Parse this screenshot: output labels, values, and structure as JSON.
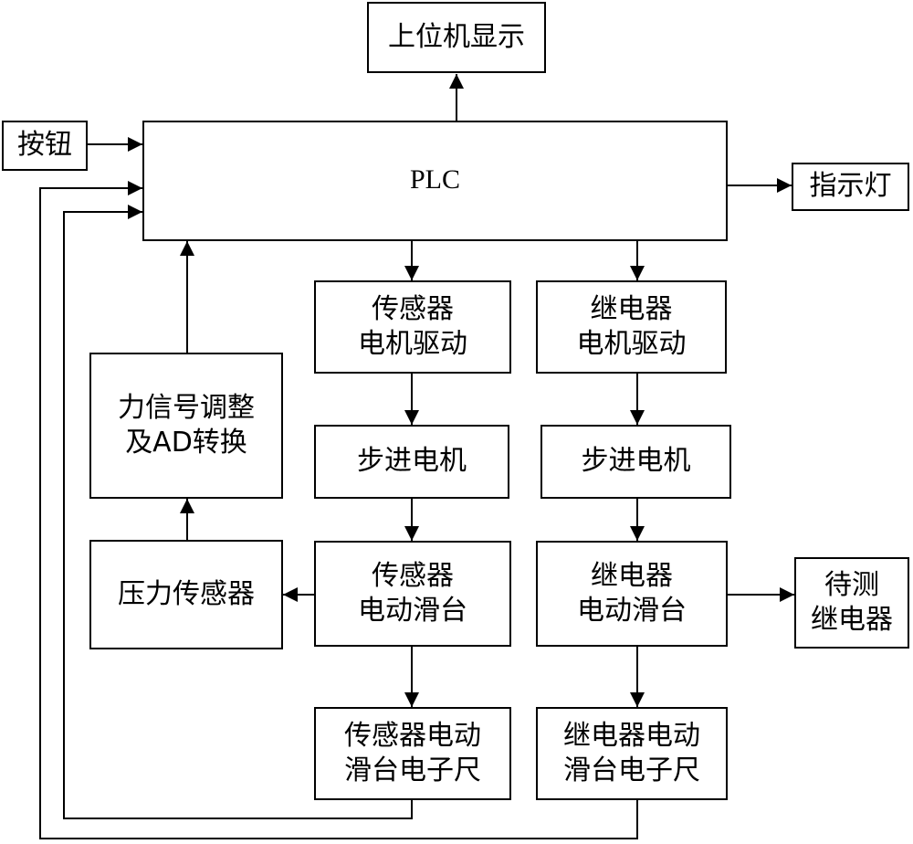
{
  "diagram": {
    "host_display": [
      "上位机显示"
    ],
    "button": [
      "按钮"
    ],
    "plc": [
      "PLC"
    ],
    "indicator": [
      "指示灯"
    ],
    "sensor_motor_driver": [
      "传感器",
      "电机驱动"
    ],
    "relay_motor_driver": [
      "继电器",
      "电机驱动"
    ],
    "force_signal_adjust": [
      "力信号调整",
      "及AD转换"
    ],
    "sensor_stepper": [
      "步进电机"
    ],
    "relay_stepper": [
      "步进电机"
    ],
    "pressure_sensor": [
      "压力传感器"
    ],
    "sensor_slide": [
      "传感器",
      "电动滑台"
    ],
    "relay_slide": [
      "继电器",
      "电动滑台"
    ],
    "relay_under_test": [
      "待测",
      "继电器"
    ],
    "sensor_slide_ruler": [
      "传感器电动",
      "滑台电子尺"
    ],
    "relay_slide_ruler": [
      "继电器电动",
      "滑台电子尺"
    ]
  },
  "colors": {
    "line": "#000000",
    "background": "#ffffff"
  }
}
